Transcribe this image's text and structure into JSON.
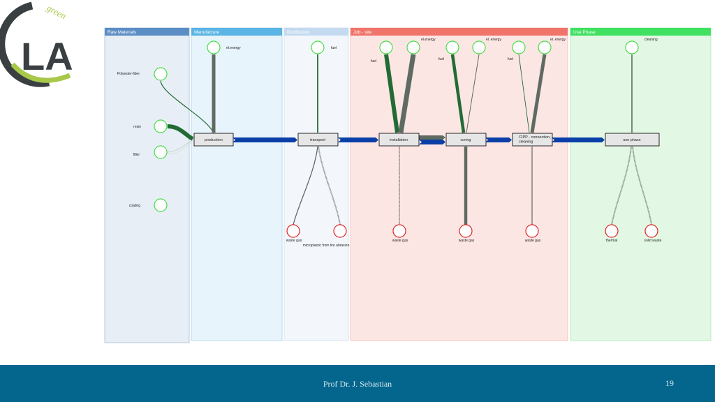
{
  "logo": {
    "letters": "LA",
    "script_word": "green"
  },
  "lanes": [
    {
      "id": "raw",
      "label": "Raw Materials",
      "header_color": "#5b8ec4",
      "body_color": "#e8eef6"
    },
    {
      "id": "manu",
      "label": "Manufacture",
      "header_color": "#5ab4e4",
      "body_color": "#e8f4fb"
    },
    {
      "id": "dist",
      "label": "Distribution",
      "header_color": "#c4daf0",
      "body_color": "#f3f7fb"
    },
    {
      "id": "job",
      "label": "Job - site",
      "header_color": "#f0746a",
      "body_color": "#fce6e4"
    },
    {
      "id": "use",
      "label": "Use Phase",
      "header_color": "#40e060",
      "body_color": "#e2f8e4"
    }
  ],
  "processes": [
    {
      "id": "production",
      "label": "production"
    },
    {
      "id": "transport",
      "label": "transport"
    },
    {
      "id": "installation",
      "label": "installation"
    },
    {
      "id": "curing",
      "label": "curing"
    },
    {
      "id": "cipp",
      "label": "CIPP - connection,",
      "label2": "cleaning"
    },
    {
      "id": "usephase",
      "label": "use phase"
    }
  ],
  "inputs": [
    {
      "id": "polyester",
      "label": "Polyester-fiber"
    },
    {
      "id": "resin",
      "label": "resin"
    },
    {
      "id": "filler",
      "label": "filler"
    },
    {
      "id": "coating",
      "label": "coating"
    },
    {
      "id": "m_energy",
      "label": "el.energy"
    },
    {
      "id": "t_fuel",
      "label": "fuel"
    },
    {
      "id": "i_fuel",
      "label": "fuel"
    },
    {
      "id": "i_energy",
      "label": "el.energy"
    },
    {
      "id": "c_fuel",
      "label": "fuel"
    },
    {
      "id": "c_energy",
      "label": "el. energy"
    },
    {
      "id": "cp_fuel",
      "label": "fuel"
    },
    {
      "id": "cp_energy",
      "label": "el. energy"
    },
    {
      "id": "u_clean",
      "label": "cleaning"
    }
  ],
  "outputs": [
    {
      "id": "t_waste",
      "label": "waste gas"
    },
    {
      "id": "t_micro",
      "label": "microplastic from tire abrasion"
    },
    {
      "id": "i_waste",
      "label": "waste gas"
    },
    {
      "id": "c_waste",
      "label": "waste gas"
    },
    {
      "id": "cp_waste",
      "label": "waste gas"
    },
    {
      "id": "u_thermal",
      "label": "thermal"
    },
    {
      "id": "u_solid",
      "label": "solid waste"
    }
  ],
  "colors": {
    "input_node": "#44dd44",
    "output_node": "#dd2222",
    "main_flow": "#0a3fa8",
    "green_flow": "#226b35",
    "gray_flow": "#5f6b62"
  },
  "footer": {
    "author": "Prof Dr. J. Sebastian",
    "page": "19"
  }
}
